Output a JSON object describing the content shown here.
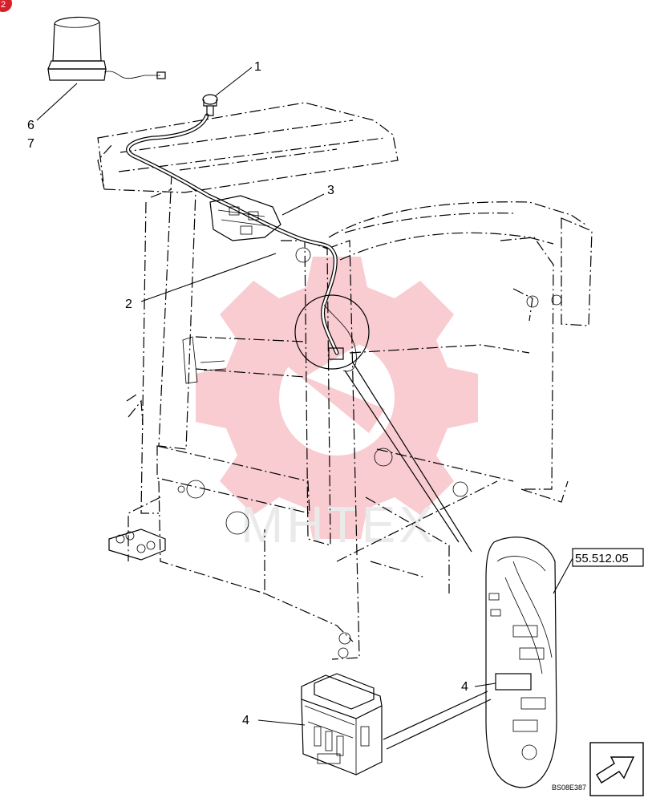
{
  "diagram": {
    "callouts": {
      "c1": "1",
      "c2": "2",
      "c3": "3",
      "c4a": "4",
      "c4b": "4",
      "c6": "6",
      "c7": "7"
    },
    "reference_box": "55.512.05",
    "drawing_code": "BS08E387",
    "corner_badge": "2",
    "watermark_text": "MHTEX",
    "colors": {
      "watermark": "#f2a0a8",
      "badge": "#d8202a"
    }
  }
}
